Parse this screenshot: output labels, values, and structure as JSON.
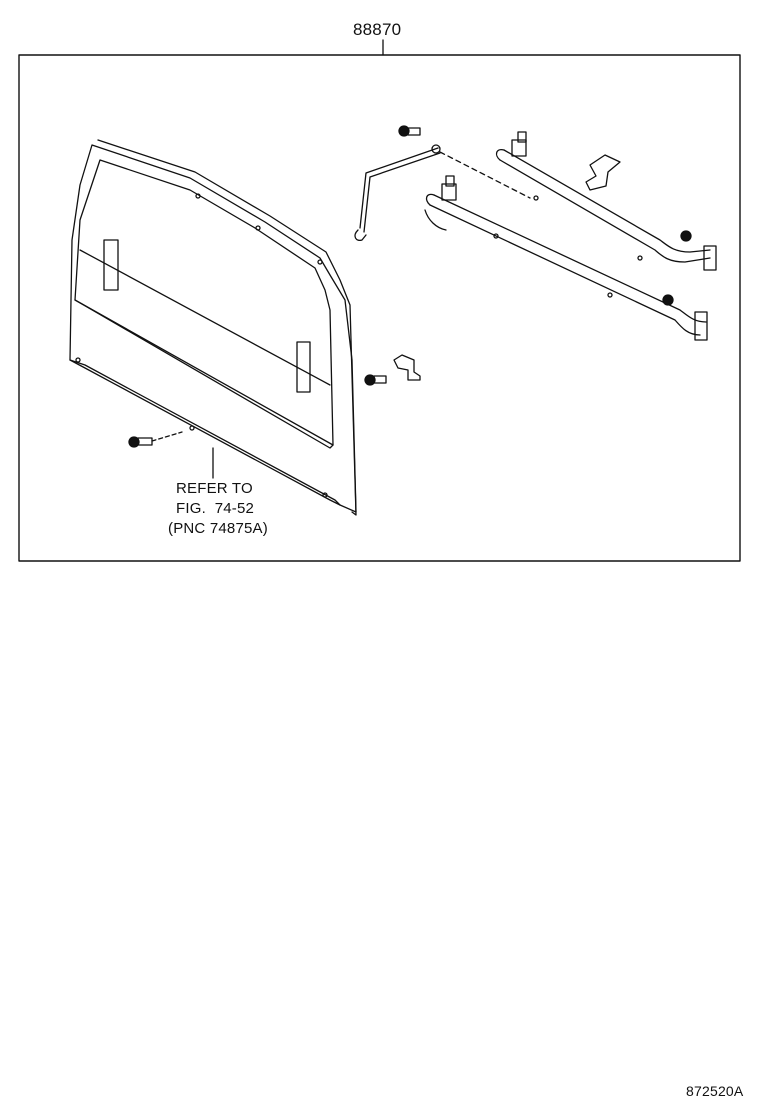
{
  "diagram": {
    "part_number": "88870",
    "reference_note": {
      "line1": "REFER TO",
      "line2": "FIG.  74-52",
      "line3": "(PNC 74875A)"
    },
    "figure_code": "872520A"
  }
}
